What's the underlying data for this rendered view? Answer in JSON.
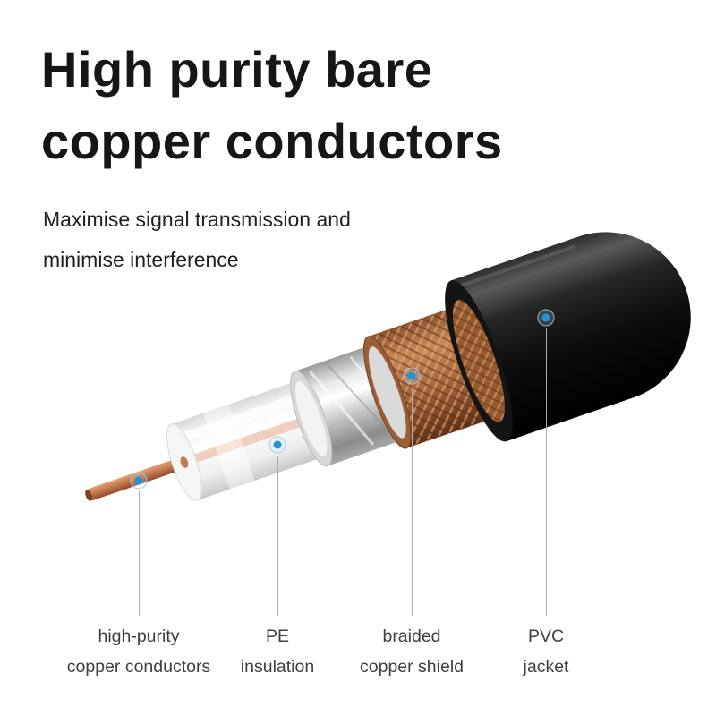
{
  "header": {
    "title_line1": "High purity bare",
    "title_line2": "copper conductors",
    "subtitle_line1": "Maximise signal transmission and",
    "subtitle_line2": "minimise interference"
  },
  "diagram": {
    "marker_icon": "blue-dot-marker",
    "callouts": [
      {
        "line1": "high-purity",
        "line2": "copper conductors"
      },
      {
        "line1": "PE",
        "line2": "insulation"
      },
      {
        "line1": "braided",
        "line2": "copper shield"
      },
      {
        "line1": "PVC",
        "line2": "jacket"
      }
    ]
  },
  "colors": {
    "accent_marker_blue": "#1f93d6",
    "copper": "#b5714a",
    "pe_insulation": "#f4f4f4",
    "foil_silver": "#d8d8d8",
    "pvc_jacket": "#0a0a0a",
    "leader_line": "#adadad",
    "title_text": "#161616",
    "label_text": "#3f3f3f"
  }
}
